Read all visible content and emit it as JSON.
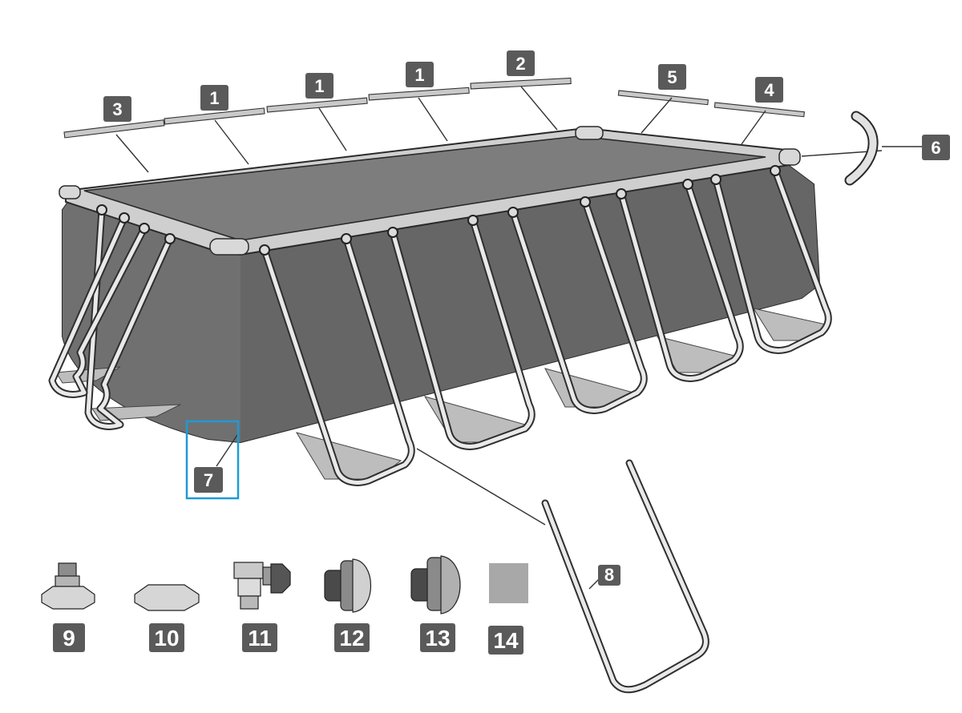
{
  "callouts": {
    "c1a": "1",
    "c1b": "1",
    "c1c": "1",
    "c2": "2",
    "c3": "3",
    "c4": "4",
    "c5": "5",
    "c6": "6",
    "c7": "7",
    "c8": "8",
    "c9": "9",
    "c10": "10",
    "c11": "11",
    "c12": "12",
    "c13": "13",
    "c14": "14"
  },
  "colors": {
    "liner_wall": "#6a6a6a",
    "water_surface": "#7d7d7d",
    "top_rim": "#cfcfcf",
    "badge": "#5a5a5a",
    "highlight": "#1e9ad6",
    "swatch_14": "#a8a8a8"
  },
  "highlighted_part": "7"
}
